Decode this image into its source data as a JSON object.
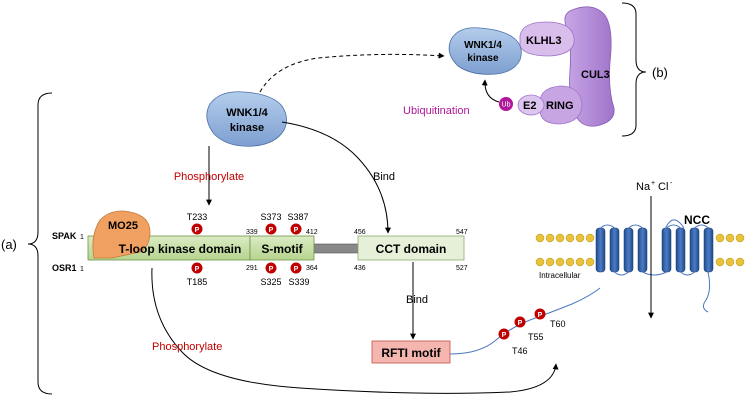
{
  "colors": {
    "wnk_fill": "#8fb1dd",
    "wnk_stroke": "#4a6fa5",
    "phos_red": "#c00000",
    "ubiq_magenta": "#b0179a",
    "cul_purple": "#b58ed8",
    "kinase_green": "#c8e0a8",
    "cct_green": "#e6f0d8",
    "mo25_orange": "#f0a060",
    "rfti_pink": "#f6b6b0",
    "p_badge": "#c00000",
    "membrane_head": "#e8c23a",
    "helix_blue": "#2f5fa8"
  },
  "panels": {
    "a": "(a)",
    "b": "(b)"
  },
  "wnk_main": {
    "line1": "WNK1/4",
    "line2": "kinase"
  },
  "wnk_b": {
    "line1": "WNK1/4",
    "line2": "kinase"
  },
  "complex": {
    "klhl3": "KLHL3",
    "cul3": "CUL3",
    "ring": "RING",
    "e2": "E2",
    "ub": "Ub"
  },
  "ubiquitination": "Ubiquitination",
  "phosphorylate_top": "Phosphorylate",
  "bind_top": "Bind",
  "bind_bottom": "Bind",
  "phosphorylate_bottom": "Phosphorylate",
  "spak": {
    "label": "SPAK",
    "n1": "1",
    "n339": "339",
    "n412": "412",
    "n456": "456",
    "n547": "547"
  },
  "osr1": {
    "label": "OSR1",
    "n1": "1",
    "n291": "291",
    "n364": "364",
    "n436": "436",
    "n527": "527"
  },
  "mo25": "MO25",
  "domains": {
    "tloop": "T-loop kinase domain",
    "smotif": "S-motif",
    "cct": "CCT domain"
  },
  "sites": {
    "t233": "T233",
    "t185": "T185",
    "s373": "S373",
    "s387": "S387",
    "s325": "S325",
    "s339": "S339",
    "t46": "T46",
    "t55": "T55",
    "t60": "T60",
    "p": "P"
  },
  "rfti": "RFTI motif",
  "ncc": {
    "label": "NCC",
    "intracellular": "Intracellular",
    "na": "Na",
    "na_sup": "+",
    "cl": "Cl",
    "cl_sup": "-"
  }
}
